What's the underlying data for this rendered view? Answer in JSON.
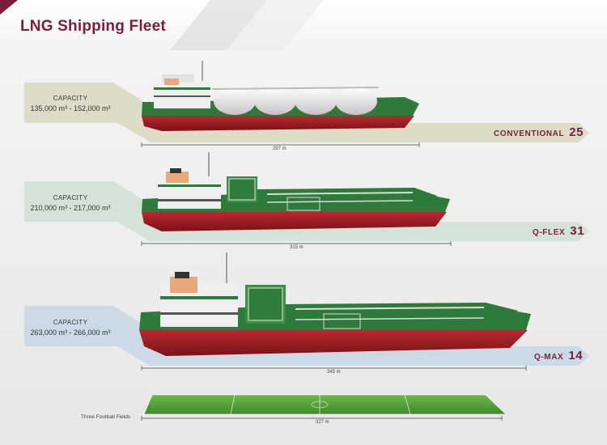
{
  "title": "LNG Shipping Fleet",
  "ships": [
    {
      "capacity_title": "CAPACITY",
      "capacity_range": "135,000 m³ - 152,000 m³",
      "fleet_name": "CONVENTIONAL",
      "fleet_count": "25",
      "length_label": "297 m",
      "band_color": "#dedcc8"
    },
    {
      "capacity_title": "CAPACITY",
      "capacity_range": "210,000 m³ - 217,000 m³",
      "fleet_name": "Q-FLEX",
      "fleet_count": "31",
      "length_label": "315 m",
      "band_color": "#d4e3d8"
    },
    {
      "capacity_title": "CAPACITY",
      "capacity_range": "263,000 m³ - 266,000 m³",
      "fleet_name": "Q-MAX",
      "fleet_count": "14",
      "length_label": "345 m",
      "band_color": "#ccdae6"
    }
  ],
  "field": {
    "label": "Three Football Fields",
    "length_label": "327 m"
  },
  "colors": {
    "brand": "#7a1e3c",
    "hull": "#9d1d24",
    "deck": "#2d7a3a",
    "superstructure": "#f2f2f2"
  }
}
